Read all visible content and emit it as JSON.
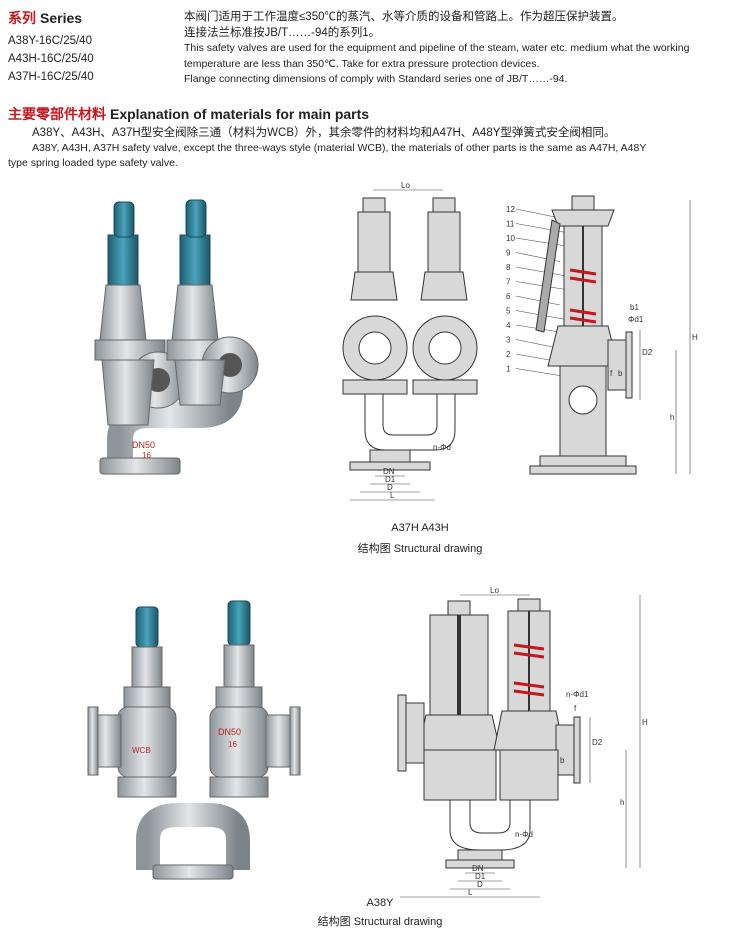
{
  "series": {
    "title_cn": "系列",
    "title_en": "Series",
    "models": [
      "A38Y-16C/25/40",
      "A43H-16C/25/40",
      "A37H-16C/25/40"
    ],
    "desc_cn_1": "本阀门适用于工作温度≤350℃的蒸汽、水等介质的设备和管路上。作为超压保护装置。",
    "desc_cn_2": "连接法兰标准按JB/T……-94的系列1。",
    "desc_en_1": "This safety valves are used for the equipment and pipeline of the steam, water etc. medium what the working",
    "desc_en_2": "temperature are less than 350℃. Take for extra pressure protection devices.",
    "desc_en_3": "Flange connecting dimensions of comply with Standard series one of JB/T……-94."
  },
  "materials": {
    "title_cn": "主要零部件材料",
    "title_en": "Explanation of materials for main parts",
    "text_cn": "A38Y、A43H、A37H型安全阀除三通（材料为WCB）外，其余零件的材料均和A47H、A48Y型弹簧式安全阀相同。",
    "text_en_1": "A38Y, A43H, A37H safety valve, except the three-ways style (material WCB), the materials of other parts is the same as A47H, A48Y",
    "text_en_2": "type spring loaded type safety valve."
  },
  "figure1": {
    "models_label": "A37H    A43H",
    "caption": "结构图 Structural drawing",
    "photo_markings": {
      "dn": "DN50",
      "pn": "16"
    },
    "part_numbers": [
      "12",
      "11",
      "10",
      "9",
      "8",
      "7",
      "6",
      "5",
      "4",
      "3",
      "2",
      "1"
    ],
    "dims": {
      "lo": "Lo",
      "dn": "DN",
      "d1": "D1",
      "d": "D",
      "l": "L",
      "h": "h",
      "H": "H",
      "phid": "n-Φd",
      "b": "b",
      "f": "f",
      "d2": "D2",
      "b1": "b1",
      "phid1": "Φd1"
    }
  },
  "figure2": {
    "models_label": "A38Y",
    "caption": "结构图 Structural drawing",
    "photo_markings": {
      "dn": "DN50",
      "pn": "16",
      "mat": "WCB"
    },
    "dims": {
      "lo": "Lo",
      "dn": "DN",
      "d1": "D1",
      "d": "D",
      "l": "L",
      "h": "h",
      "H": "H",
      "phid": "n-Φd",
      "b": "b",
      "f": "f",
      "d2": "D2",
      "phid1": "n-Φd1"
    }
  },
  "colors": {
    "accent": "#c8161d",
    "valve_cap": "#2e7f97",
    "body": "#b9bec2"
  }
}
